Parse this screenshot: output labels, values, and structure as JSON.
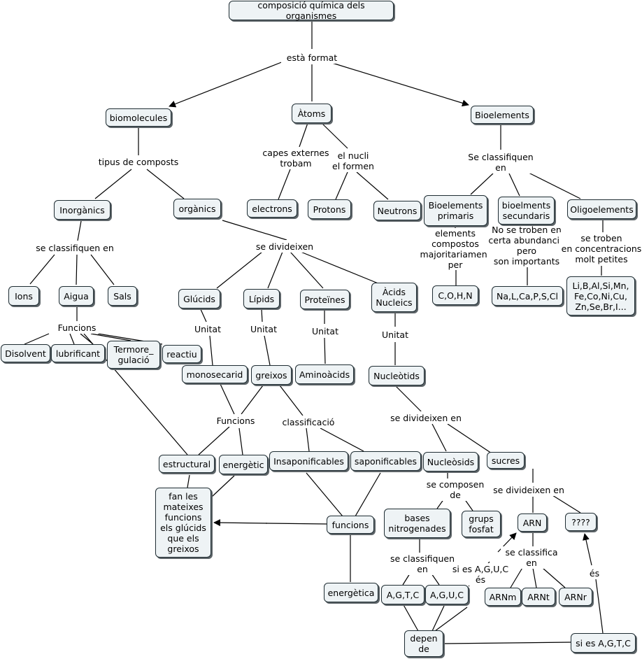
{
  "nodes": {
    "root": "composició química dels organismes",
    "biomolecules": "biomolecules",
    "atoms": "Àtoms",
    "bioelements": "Bioelements",
    "inorganics": "Inorgànics",
    "organics": "orgànics",
    "electrons": "electrons",
    "protons": "Protons",
    "neutrons": "Neutrons",
    "bio_primaris": "Bioelements\nprimaris",
    "bio_secundaris": "bioelments\nsecundaris",
    "oligoelements": "Oligoelements",
    "ions": "Ions",
    "aigua": "Aigua",
    "sals": "Sals",
    "glucids": "Glúcids",
    "lipids": "Lípids",
    "proteines": "Proteïnes",
    "acids_nucleics": "Àcids\nNucleics",
    "cohn": "C,O,H,N",
    "secundaris_list": "Na,L,Ca,P,S,Cl",
    "oligo_list": "Li,B,Al,Si,Mn,\nFe,Co,Ni,Cu,\nZn,Se,Br,I...",
    "dissolvent": "Disolvent",
    "lubrificant": "lubrificant",
    "termoregulacio": "Termore_\ngulació",
    "reactiu": "reactiu",
    "monosecarid": "monosecarid",
    "greixos": "greixos",
    "aminoacids": "Aminoàcids",
    "nucleotids": "Nucleòtids",
    "estructural": "estructural",
    "energetic": "energètic",
    "insaponificables": "Insaponificables",
    "saponificables": "saponificables",
    "nucleosids": "Nucleòsids",
    "sucres": "sucres",
    "fan_les": "fan les\nmateixes\nfuncions\nels glúcids\nque els\ngreixos",
    "funcions_box": "funcions",
    "bases_nitrogenades": "bases\nnitrogenades",
    "grups_fosfat": "grups\nfosfat",
    "arn": "ARN",
    "unknown": "????",
    "energetica": "energètica",
    "agtc": "A,G,T,C",
    "aguc": "A,G,U,C",
    "arnm": "ARNm",
    "arnt": "ARNt",
    "arnr": "ARNr",
    "depende": "depen\nde",
    "si_agtc": "si es A,G,T,C"
  },
  "links": {
    "esta_format": "està format",
    "tipus_compostos": "tipus de composts",
    "capes_externes": "capes externes\ntrobam",
    "el_nucli": "el nucli\nel formen",
    "se_classifiquen_en_bio": "Se classifiquen\nen",
    "se_classifiquen_en_inorg": "se classifiquen en",
    "se_divideixen": "se divideixen",
    "elements_compostos": "elements\ncompostos\nmajoritariament\nper",
    "no_es_troben": "No se troben en\ncerta abundancia\npero\nson importants",
    "se_troben": "se troben\nen concentracions\nmolt petites",
    "funcions_aigua": "Funcions",
    "unitat_glucids": "Unitat",
    "unitat_lipids": "Unitat",
    "unitat_proteines": "Unitat",
    "unitat_acids": "Unitat",
    "funcions_greixos": "Funcions",
    "classificacio": "classificació",
    "se_divideixen_en": "se divideixen en",
    "se_composen_de": "se composen\nde",
    "se_divideixen_en_sucres": "se divideixen en",
    "se_classifiquen_en_bases": "se classifiquen\nen",
    "se_classifica_en": "se classifica\nen",
    "si_es_aguc": "si es A,G,U,C\nés",
    "es": "és"
  }
}
